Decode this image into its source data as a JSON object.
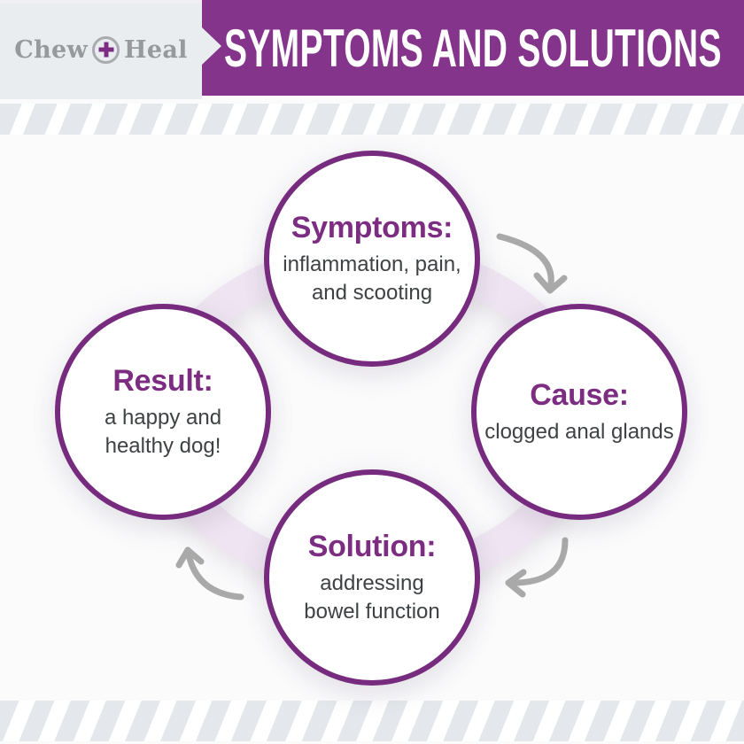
{
  "brand": {
    "name_left": "Chew",
    "name_right": "Heal",
    "plus_icon": "plus"
  },
  "header": {
    "title": "SYMPTOMS AND SOLUTIONS"
  },
  "colors": {
    "banner_purple": "#84348a",
    "circle_border_purple": "#772b7e",
    "heading_purple": "#7c2d82",
    "ring_lavender": "#efe5f2",
    "arrow_gray": "#a9a9a9",
    "stripe_gray": "#e4e8ec",
    "logo_gray": "#97999d"
  },
  "cycle": {
    "nodes": [
      {
        "id": "symptoms",
        "title": "Symptoms:",
        "body": "inflammation, pain, and scooting"
      },
      {
        "id": "cause",
        "title": "Cause:",
        "body": "clogged anal glands"
      },
      {
        "id": "solution",
        "title": "Solution:",
        "body": "addressing bowel function"
      },
      {
        "id": "result",
        "title": "Result:",
        "body": "a happy and healthy dog!"
      }
    ]
  }
}
